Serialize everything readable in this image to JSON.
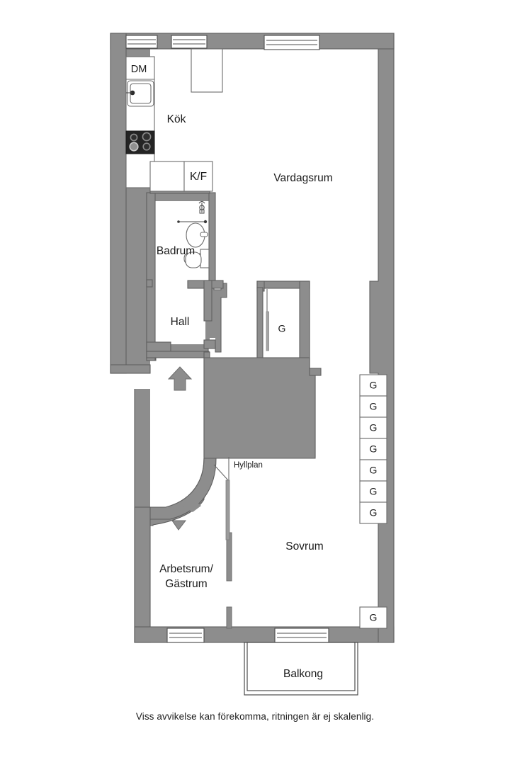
{
  "plan": {
    "caption": "Viss avvikelse kan förekomma, ritningen är ej skalenlig.",
    "colors": {
      "wall_fill": "#8d8d8d",
      "wall_stroke": "#5f5f5f",
      "room_fill": "#ffffff",
      "text": "#1a1a1a",
      "stove": "#242424"
    },
    "rooms": [
      {
        "key": "kok",
        "label": "Kök"
      },
      {
        "key": "vardagsrum",
        "label": "Vardagsrum"
      },
      {
        "key": "badrum",
        "label": "Badrum"
      },
      {
        "key": "hall",
        "label": "Hall"
      },
      {
        "key": "sovrum",
        "label": "Sovrum"
      },
      {
        "key": "arbetsrum",
        "label": "Arbetsrum/"
      },
      {
        "key": "gastrum",
        "label": "Gästrum"
      },
      {
        "key": "balkong",
        "label": "Balkong"
      }
    ],
    "fixtures": [
      {
        "key": "dishwasher",
        "label": "DM"
      },
      {
        "key": "fridge_freezer",
        "label": "K/F"
      },
      {
        "key": "shelf_plan",
        "label": "Hyllplan"
      }
    ],
    "closets": {
      "label": "G",
      "hall_closet": "G",
      "bedroom_wall_count": 7,
      "bedroom_corner": "G",
      "labels": [
        "G",
        "G",
        "G",
        "G",
        "G",
        "G",
        "G"
      ]
    }
  }
}
